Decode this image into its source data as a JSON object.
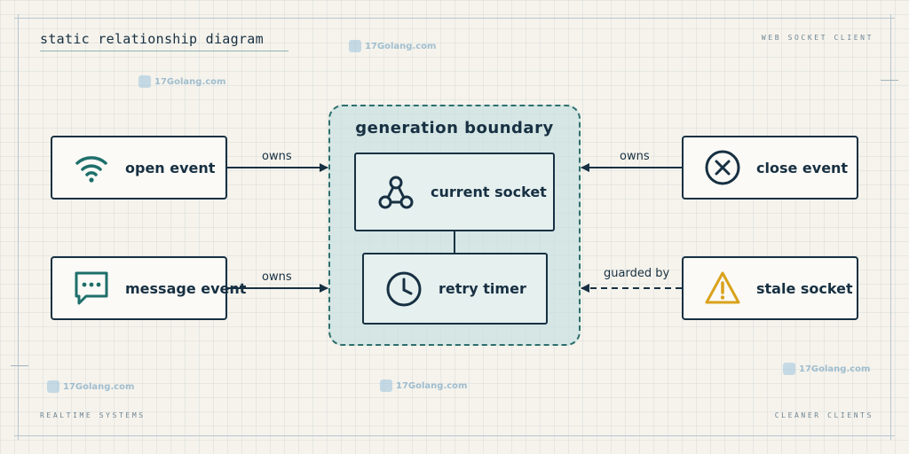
{
  "header": {
    "title": "static relationship diagram",
    "top_right": "WEB SOCKET CLIENT",
    "bottom_left": "REALTIME SYSTEMS",
    "bottom_right": "CLEANER CLIENTS"
  },
  "boundary": {
    "title": "generation boundary",
    "items": [
      {
        "label": "current socket",
        "icon": "graph-nodes-icon"
      },
      {
        "label": "retry timer",
        "icon": "clock-icon"
      }
    ]
  },
  "nodes": {
    "open_event": {
      "label": "open event",
      "icon": "wifi-icon"
    },
    "message_event": {
      "label": "message event",
      "icon": "chat-bubble-icon"
    },
    "close_event": {
      "label": "close event",
      "icon": "close-circle-icon"
    },
    "stale_socket": {
      "label": "stale socket",
      "icon": "warning-triangle-icon"
    }
  },
  "edges": {
    "open_owns": "owns",
    "message_owns": "owns",
    "close_owns": "owns",
    "stale_guarded": "guarded by"
  },
  "watermark": {
    "text": "17Golang.com"
  },
  "colors": {
    "ink": "#173042",
    "accent_teal": "#1f6f6b",
    "warning": "#d9a21b",
    "boundary_fill": "#c8e0e0",
    "paper": "#f6f3ec"
  }
}
